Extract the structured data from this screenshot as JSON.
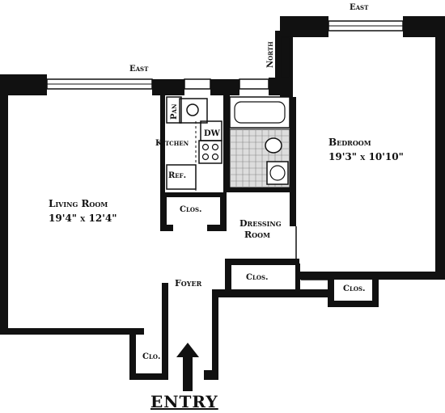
{
  "labels": {
    "east_top": "East",
    "east_left": "East",
    "north": "North",
    "pan": "Pan",
    "kitchen": "Kitchen",
    "dw": "DW",
    "ref": "Ref.",
    "living_room": "Living Room",
    "living_room_size": "19'4\" x 12'4\"",
    "clos_kitchen": "Clos.",
    "bedroom": "Bedroom",
    "bedroom_size": "19'3\" x 10'10\"",
    "dressing": "Dressing",
    "room": "Room",
    "foyer": "Foyer",
    "clos_foyer": "Clos.",
    "clos_bedroom": "Clos.",
    "clos_entry": "Clo.",
    "entry": "ENTRY"
  }
}
